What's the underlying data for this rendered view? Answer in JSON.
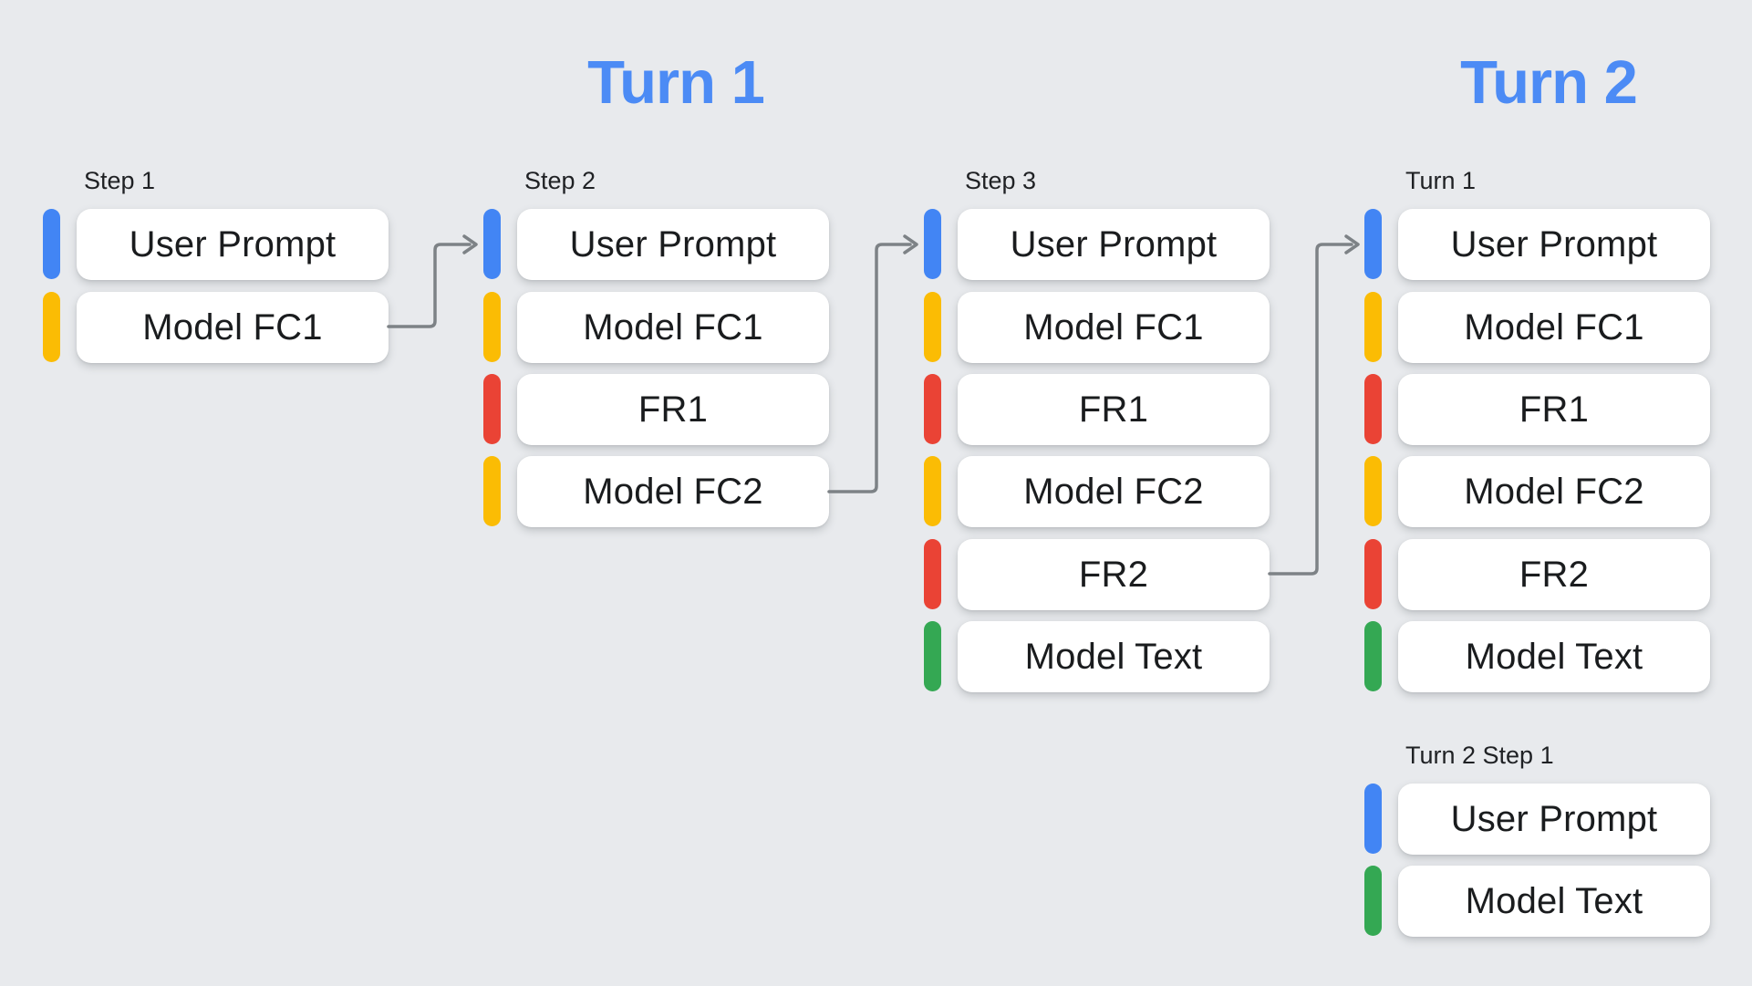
{
  "headings": [
    {
      "label": "Turn 1"
    },
    {
      "label": "Turn 2"
    }
  ],
  "colors": {
    "blue": "#4285F4",
    "yellow": "#FBBC04",
    "red": "#EA4335",
    "green": "#34A853",
    "heading_blue": "#4C8BF5",
    "arrow_gray": "#7D8286",
    "background": "#E8EAED",
    "box_white": "#FFFFFF"
  },
  "columns": [
    {
      "label": "Step 1",
      "items": [
        {
          "label": "User Prompt",
          "color": "blue"
        },
        {
          "label": "Model FC1",
          "color": "yellow"
        }
      ]
    },
    {
      "label": "Step 2",
      "items": [
        {
          "label": "User Prompt",
          "color": "blue"
        },
        {
          "label": "Model FC1",
          "color": "yellow"
        },
        {
          "label": "FR1",
          "color": "red"
        },
        {
          "label": "Model FC2",
          "color": "yellow"
        }
      ]
    },
    {
      "label": "Step 3",
      "items": [
        {
          "label": "User Prompt",
          "color": "blue"
        },
        {
          "label": "Model FC1",
          "color": "yellow"
        },
        {
          "label": "FR1",
          "color": "red"
        },
        {
          "label": "Model FC2",
          "color": "yellow"
        },
        {
          "label": "FR2",
          "color": "red"
        },
        {
          "label": "Model Text",
          "color": "green"
        }
      ]
    },
    {
      "label": "Turn 1",
      "items": [
        {
          "label": "User Prompt",
          "color": "blue"
        },
        {
          "label": "Model FC1",
          "color": "yellow"
        },
        {
          "label": "FR1",
          "color": "red"
        },
        {
          "label": "Model FC2",
          "color": "yellow"
        },
        {
          "label": "FR2",
          "color": "red"
        },
        {
          "label": "Model Text",
          "color": "green"
        }
      ]
    },
    {
      "label": "Turn 2 Step 1",
      "items": [
        {
          "label": "User Prompt",
          "color": "blue"
        },
        {
          "label": "Model Text",
          "color": "green"
        }
      ]
    }
  ],
  "arrows": [
    {
      "from": "Step 1 / Model FC1",
      "to": "Step 2 / User Prompt"
    },
    {
      "from": "Step 2 / Model FC2",
      "to": "Step 3 / User Prompt"
    },
    {
      "from": "Step 3 / FR2",
      "to": "Turn 1 / User Prompt"
    }
  ]
}
